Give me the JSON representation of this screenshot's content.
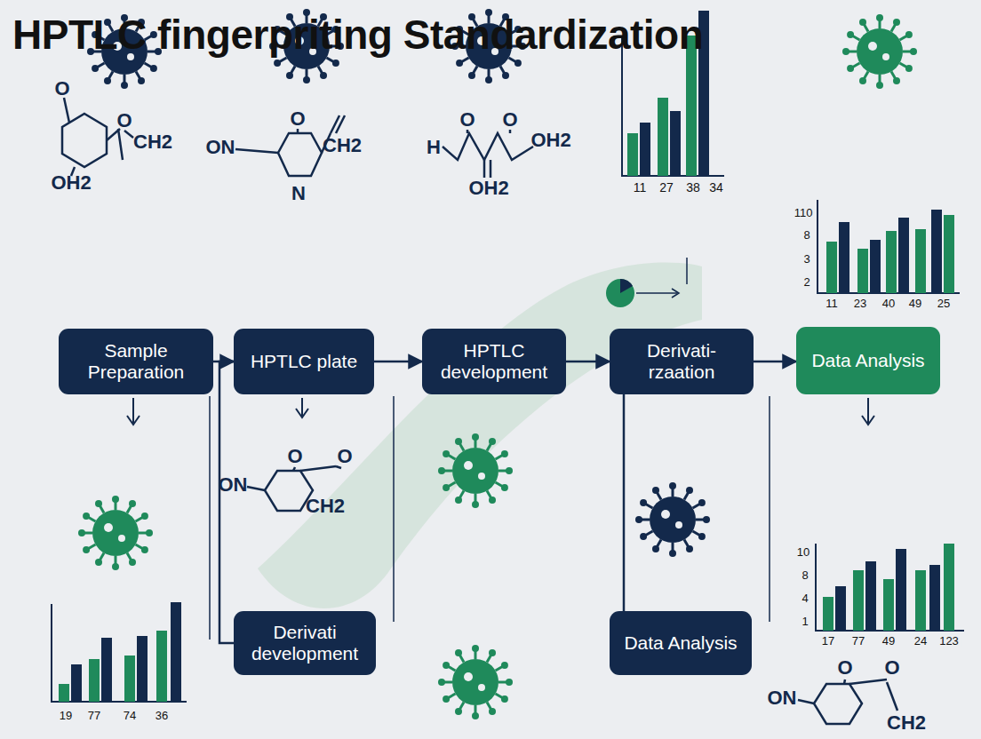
{
  "diagram": {
    "title": "HPTLC fingerpriting Standardization",
    "nodes": [
      {
        "text": [
          "Sample Preparation"
        ]
      },
      {
        "text": [
          "HPTLC plate"
        ]
      },
      {
        "text": [
          "HPTLC development"
        ]
      },
      {
        "text": [
          "Derivati-rzaation"
        ]
      },
      {
        "text": [
          "Data Analysis"
        ]
      },
      {
        "text": [
          "Derivati development"
        ]
      },
      {
        "text": [
          "Data Analysis"
        ]
      }
    ],
    "edges": [
      {
        "from": 0,
        "to": 1,
        "arrow": "to"
      },
      {
        "from": 1,
        "to": 2,
        "arrow": "to"
      },
      {
        "from": 2,
        "to": 3,
        "arrow": "to"
      },
      {
        "from": 3,
        "to": 4,
        "arrow": "to"
      },
      {
        "from": 1,
        "to": 5,
        "arrow": "none"
      },
      {
        "from": 3,
        "to": 6,
        "arrow": "none"
      }
    ],
    "labels": [
      "O",
      "O",
      "CH2",
      "OH2",
      "O",
      "ON",
      "CH2",
      "N",
      "O",
      "O",
      "H",
      "OH2",
      "OH2",
      "O",
      "O",
      "ON",
      "CH2",
      "O",
      "O",
      "ON",
      "CH2",
      "11",
      "27",
      "38",
      "34",
      "110",
      "8",
      "3",
      "2",
      "11",
      "23",
      "40",
      "49",
      "25",
      "19",
      "77",
      "74",
      "36",
      "10",
      "8",
      "4",
      "1",
      "17",
      "77",
      "49",
      "24",
      "123"
    ]
  }
}
